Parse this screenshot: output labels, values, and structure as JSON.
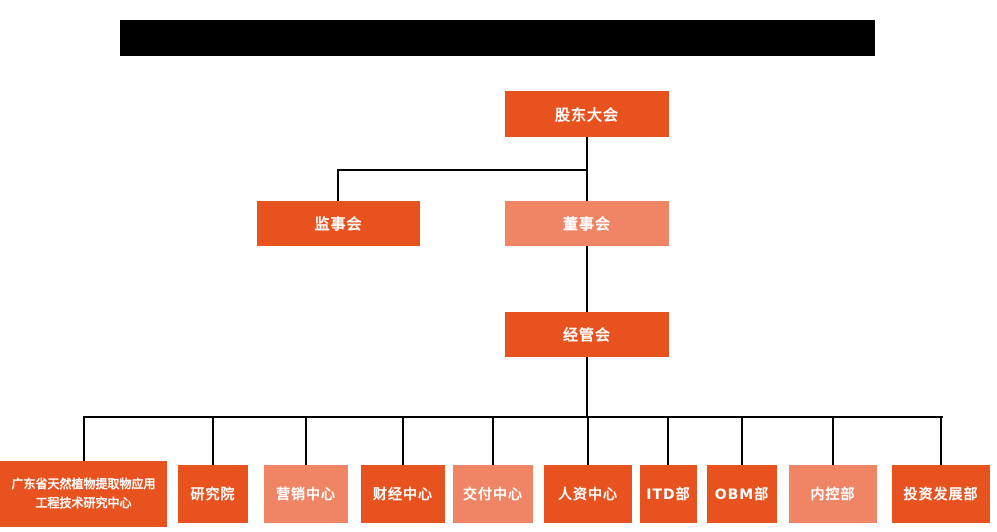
{
  "colors": {
    "background": "#FFFFFF",
    "box_primary": "#E8521E",
    "box_light": "#F08566",
    "connector": "#000000",
    "box_text": "#FFFFFF",
    "redacted_bar": "#000000"
  },
  "chart_data": {
    "type": "org-chart",
    "root": {
      "label": "股东大会",
      "children": [
        {
          "label": "监事会"
        },
        {
          "label": "董事会",
          "children": [
            {
              "label": "经管会",
              "children": [
                "广东省天然植物提取物应用工程技术研究中心",
                "研究院",
                "营销中心",
                "财经中心",
                "交付中心",
                "人资中心",
                "ITD部",
                "OBM部",
                "内控部",
                "投资发展部"
              ]
            }
          ]
        }
      ]
    }
  },
  "nodes": {
    "shareholders_meeting": {
      "label": "股东大会",
      "variant": "primary"
    },
    "supervisory_board": {
      "label": "监事会",
      "variant": "primary"
    },
    "board_of_directors": {
      "label": "董事会",
      "variant": "light"
    },
    "management_committee": {
      "label": "经管会",
      "variant": "primary"
    },
    "departments": [
      {
        "label": "广东省天然植物提取物应用工程技术研究中心",
        "variant": "primary"
      },
      {
        "label": "研究院",
        "variant": "primary"
      },
      {
        "label": "营销中心",
        "variant": "light"
      },
      {
        "label": "财经中心",
        "variant": "primary"
      },
      {
        "label": "交付中心",
        "variant": "light"
      },
      {
        "label": "人资中心",
        "variant": "primary"
      },
      {
        "label": "ITD部",
        "variant": "primary"
      },
      {
        "label": "OBM部",
        "variant": "primary"
      },
      {
        "label": "内控部",
        "variant": "light"
      },
      {
        "label": "投资发展部",
        "variant": "primary"
      }
    ]
  }
}
